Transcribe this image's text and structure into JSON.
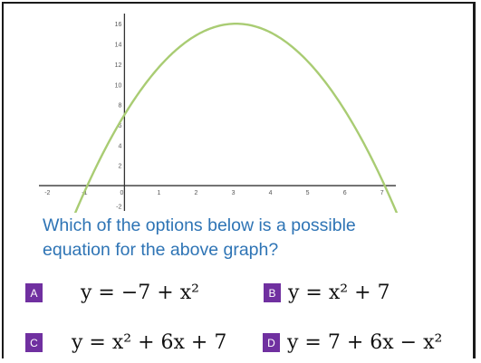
{
  "chart_data": {
    "type": "line",
    "x_ticks": [
      "-2",
      "-1",
      "0",
      "1",
      "2",
      "3",
      "4",
      "5",
      "6",
      "7"
    ],
    "y_ticks": [
      "-2",
      "2",
      "4",
      "6",
      "8",
      "10",
      "12",
      "14",
      "16"
    ],
    "xlim": [
      -2.3,
      7.3
    ],
    "ylim": [
      -2.5,
      17
    ],
    "series": [
      {
        "function": "7 + 6x - x^2",
        "x_range": [
          -1.6,
          7.6
        ],
        "color": "#a9cc73"
      }
    ],
    "grid": false
  },
  "question": {
    "line1": "Which of the options below is a possible",
    "line2": "equation for the above graph?"
  },
  "options": [
    {
      "letter": "A",
      "equation": "y = −7 + x²"
    },
    {
      "letter": "B",
      "equation": "y = x² + 7"
    },
    {
      "letter": "C",
      "equation": "y = x² + 6x + 7"
    },
    {
      "letter": "D",
      "equation": "y = 7 + 6x − x²"
    }
  ],
  "colors": {
    "badge": "#7030a0",
    "question_text": "#2e74b5",
    "curve": "#a9cc73"
  }
}
